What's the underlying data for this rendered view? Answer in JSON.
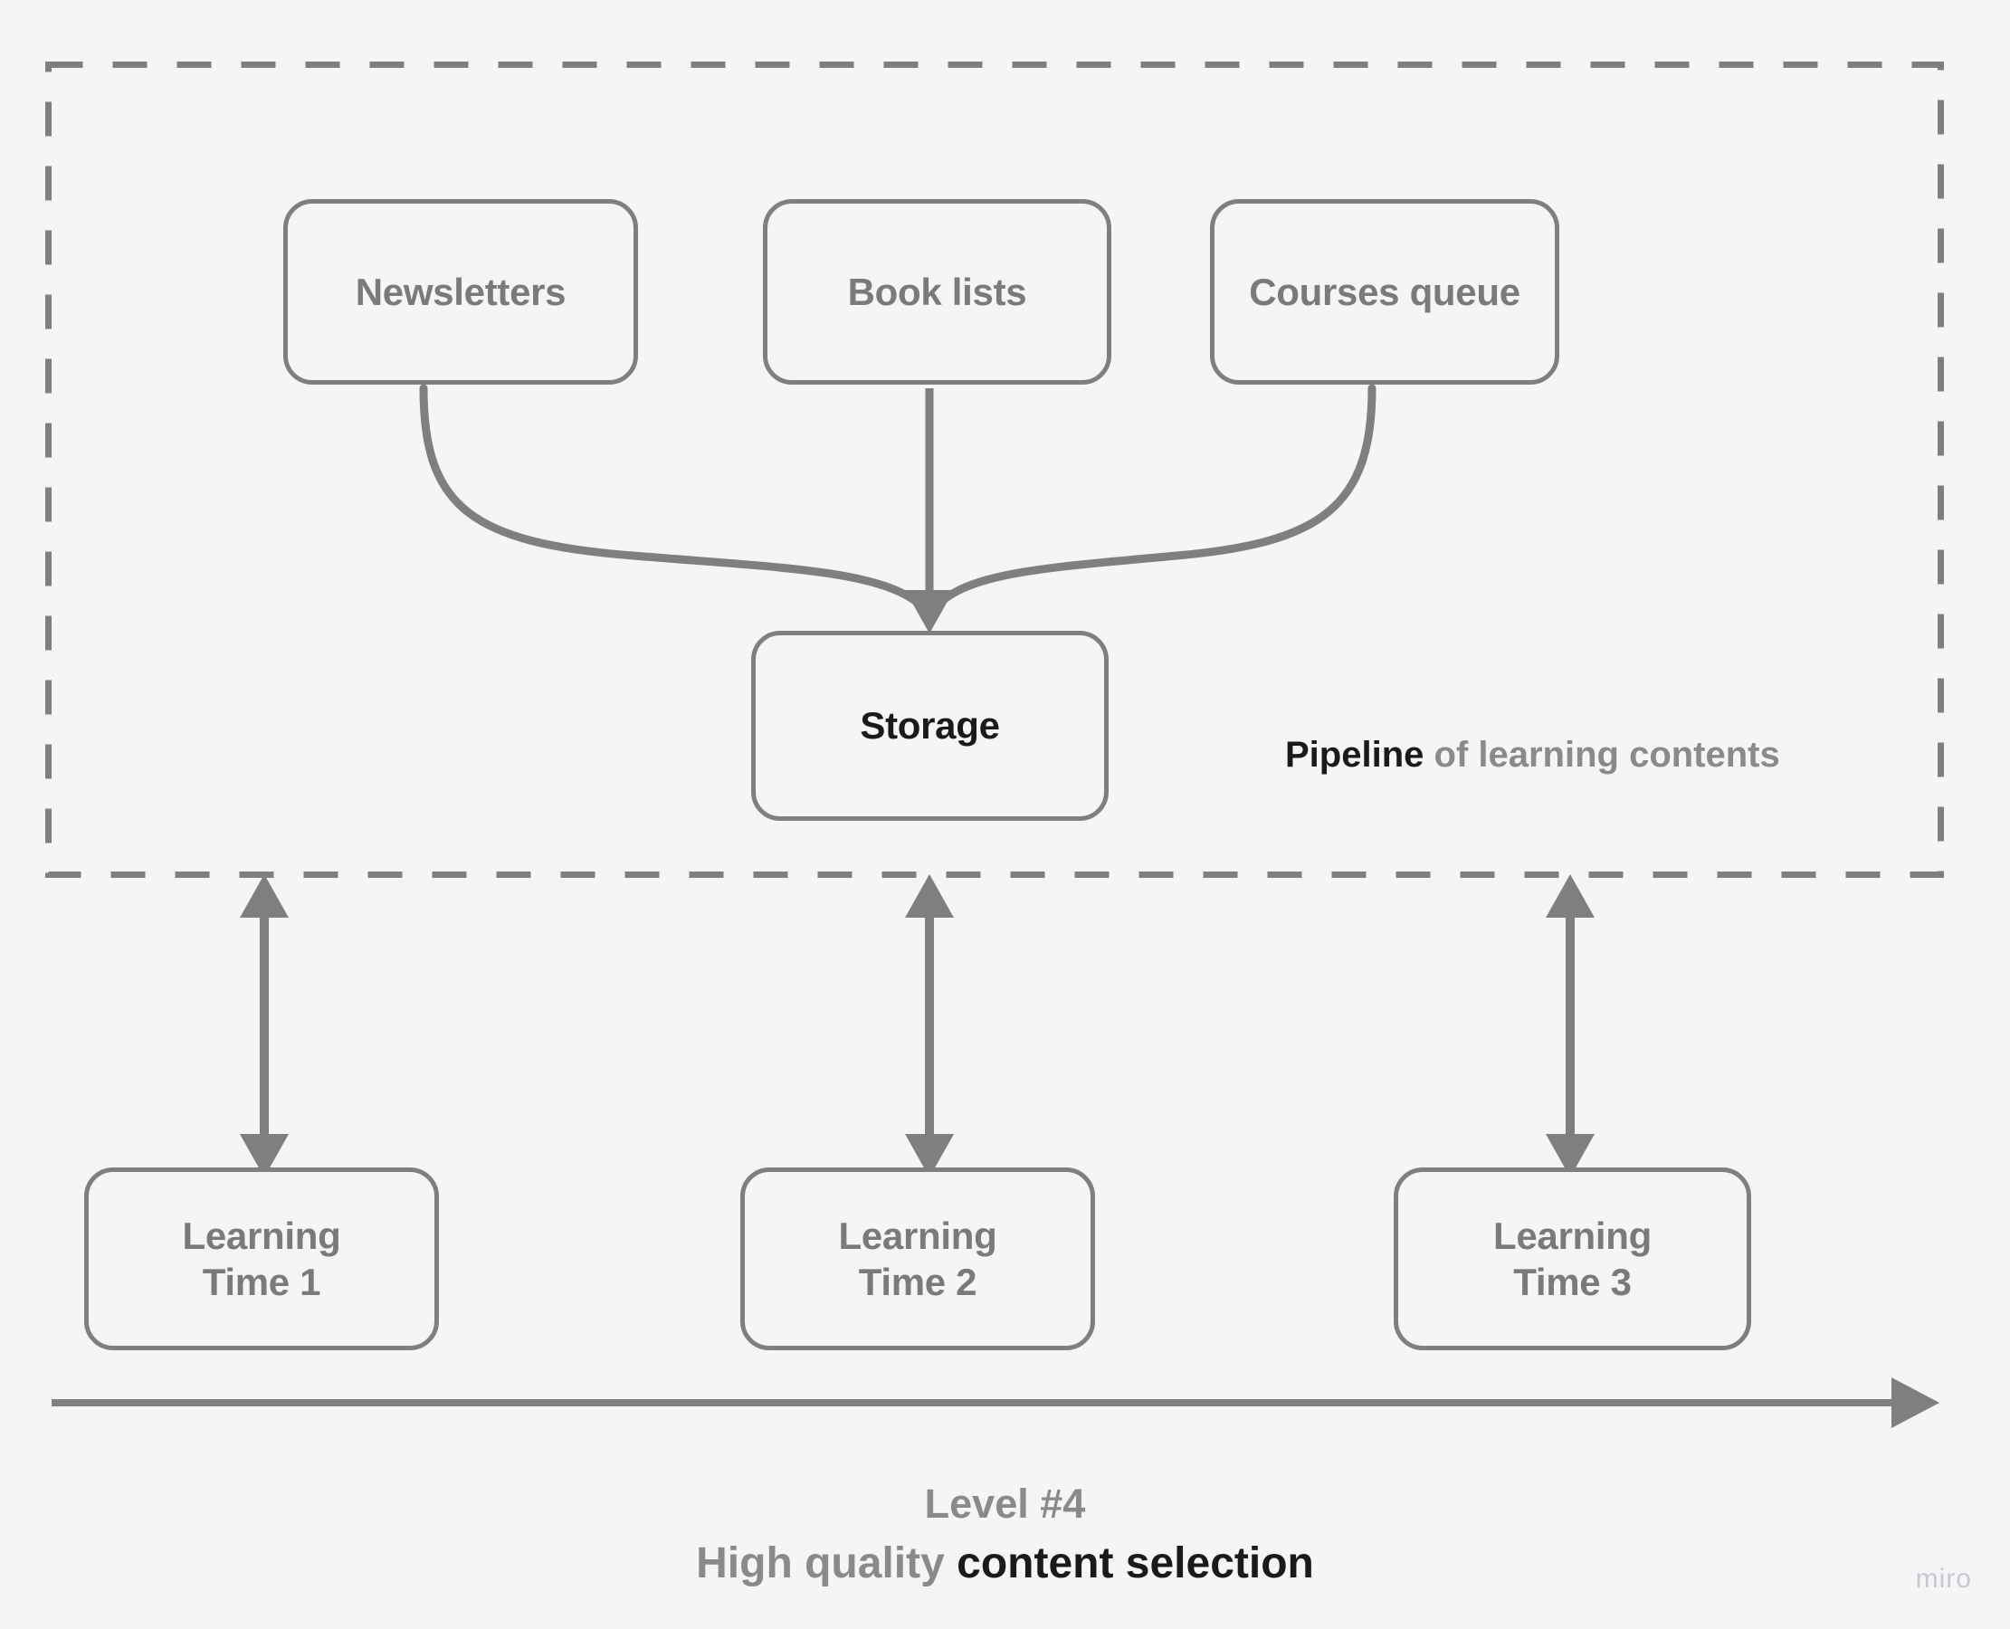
{
  "colors": {
    "background": "#f5f5f5",
    "stroke": "#7f7f7f",
    "label_gray": "#7a7a7a",
    "label_dark": "#1a1a1a",
    "watermark": "#c7c6d2"
  },
  "pipeline": {
    "caption_strong": "Pipeline",
    "caption_rest": " of learning contents",
    "sources": [
      {
        "id": "newsletters",
        "label": "Newsletters"
      },
      {
        "id": "book-lists",
        "label": "Book lists"
      },
      {
        "id": "courses-queue",
        "label": "Courses queue"
      }
    ],
    "storage": {
      "id": "storage",
      "label": "Storage"
    }
  },
  "timeline": {
    "slots": [
      {
        "id": "learning-time-1",
        "label": "Learning\nTime 1"
      },
      {
        "id": "learning-time-2",
        "label": "Learning\nTime 2"
      },
      {
        "id": "learning-time-3",
        "label": "Learning\nTime 3"
      }
    ]
  },
  "footer": {
    "level": "Level #4",
    "subtitle_gray": "High quality ",
    "subtitle_strong": "content selection"
  },
  "watermark": {
    "label": "miro"
  }
}
